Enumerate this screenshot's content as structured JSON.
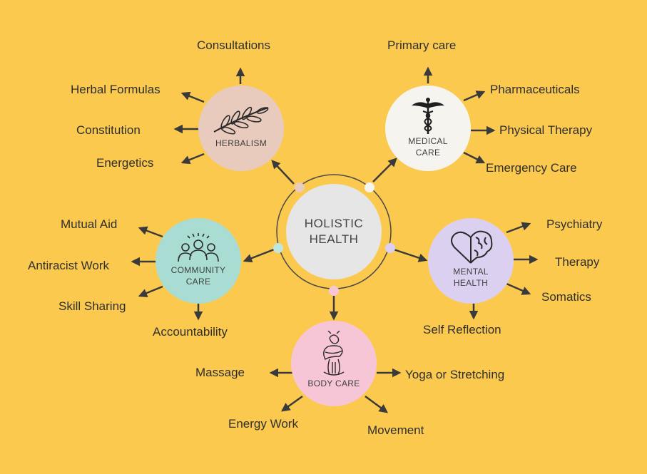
{
  "colors": {
    "background": "#fcc94f",
    "arrow": "#3a3a3a",
    "herbalism": "#e8cbbd",
    "medical": "#f6f4ef",
    "community": "#a9ddd4",
    "mental": "#dcd0f0",
    "body": "#f7c6d6",
    "center": "#e6e6e6"
  },
  "center": {
    "label": "HOLISTIC\nHEALTH"
  },
  "herbalism": {
    "label": "HERBALISM",
    "icon": "olive-branch-icon",
    "items": [
      "Consultations",
      "Herbal Formulas",
      "Constitution",
      "Energetics"
    ]
  },
  "medical": {
    "label": "MEDICAL\nCARE",
    "icon": "caduceus-icon",
    "items": [
      "Primary care",
      "Pharmaceuticals",
      "Physical Therapy",
      "Emergency Care"
    ]
  },
  "community": {
    "label": "COMMUNITY\nCARE",
    "icon": "group-people-icon",
    "items": [
      "Mutual Aid",
      "Antiracist Work",
      "Skill Sharing",
      "Accountability"
    ]
  },
  "mental": {
    "label": "MENTAL\nHEALTH",
    "icon": "heart-brain-icon",
    "items": [
      "Psychiatry",
      "Therapy",
      "Somatics",
      "Self Reflection"
    ]
  },
  "body": {
    "label": "BODY CARE",
    "icon": "self-hug-figure-icon",
    "items": [
      "Massage",
      "Yoga or Stretching",
      "Energy Work",
      "Movement"
    ]
  }
}
